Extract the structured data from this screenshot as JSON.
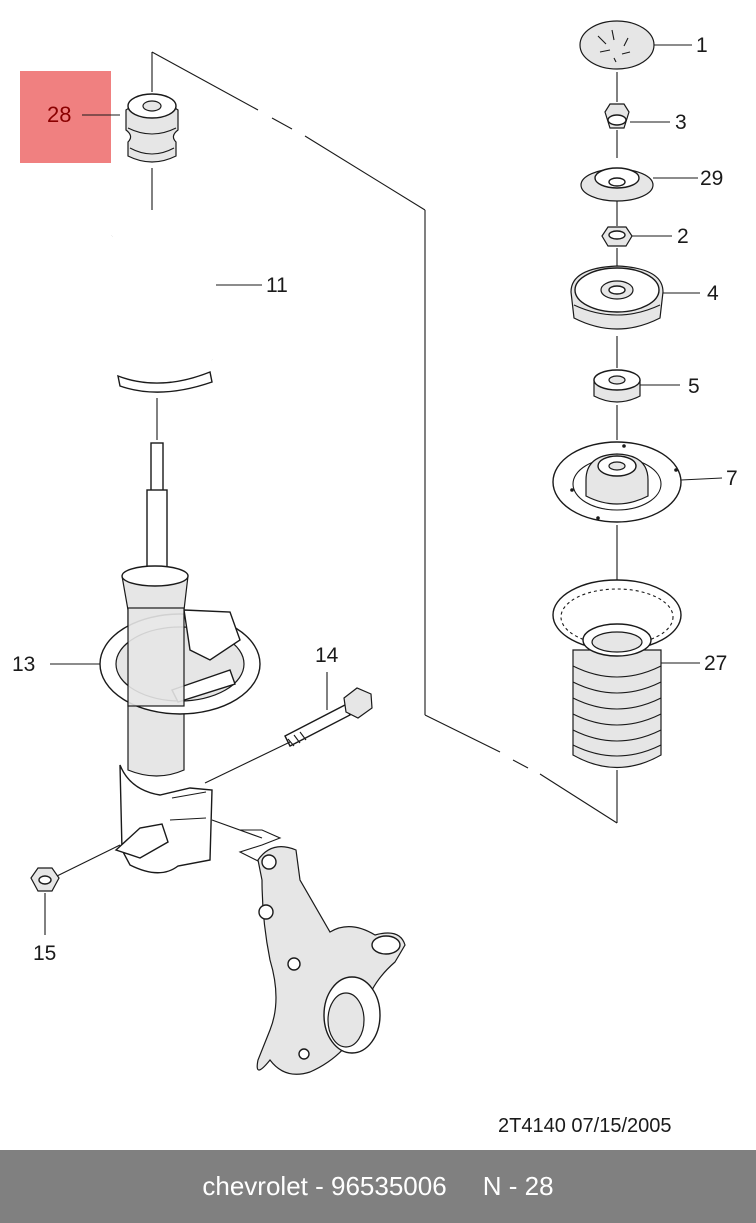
{
  "highlight": {
    "label": "28",
    "color": "#f08080"
  },
  "callouts": [
    {
      "id": "c1",
      "text": "1"
    },
    {
      "id": "c3",
      "text": "3"
    },
    {
      "id": "c29",
      "text": "29"
    },
    {
      "id": "c2",
      "text": "2"
    },
    {
      "id": "c4",
      "text": "4"
    },
    {
      "id": "c5",
      "text": "5"
    },
    {
      "id": "c7",
      "text": "7"
    },
    {
      "id": "c27",
      "text": "27"
    },
    {
      "id": "c11",
      "text": "11"
    },
    {
      "id": "c13",
      "text": "13"
    },
    {
      "id": "c14",
      "text": "14"
    },
    {
      "id": "c15",
      "text": "15"
    }
  ],
  "diagram_code": "2T4140  07/15/2005",
  "footer": {
    "text": "chevrolet - 96535006     N - 28"
  }
}
